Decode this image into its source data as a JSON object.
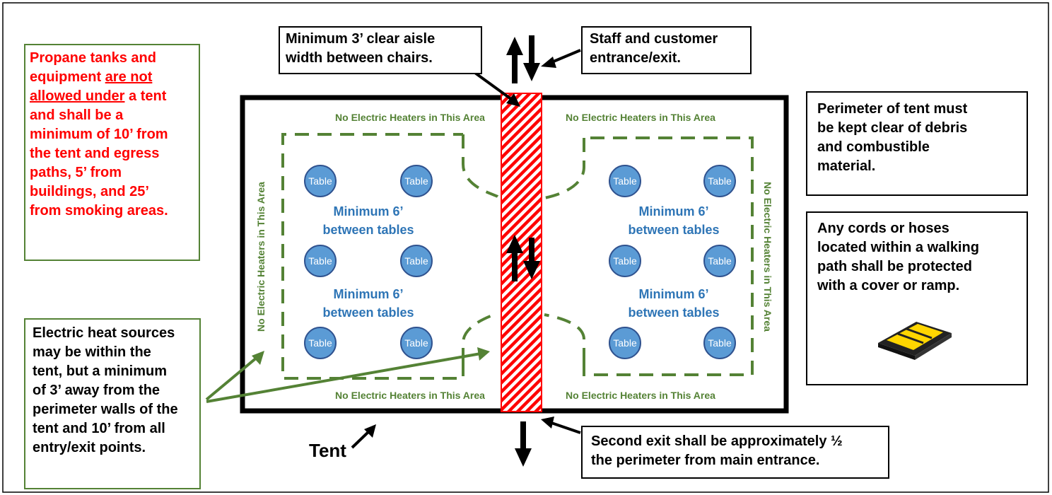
{
  "colors": {
    "red": "#ff0000",
    "green": "#548235",
    "blue_text": "#2e75b6",
    "table_fill": "#5b9bd5",
    "table_stroke": "#2f528f",
    "aisle": "#ff0000",
    "ramp_yellow": "#ffd600",
    "black": "#000000"
  },
  "propane": {
    "line1": "Propane tanks and",
    "line2_pre": "equipment ",
    "line2_ul": "are not",
    "line3_ul": "allowed under",
    "line3_post": " a tent",
    "line4": "and shall be a",
    "line5": "minimum of 10’ from",
    "line6": "the tent and egress",
    "line7": "paths, 5’ from",
    "line8": "buildings, and 25’",
    "line9": "from smoking areas."
  },
  "aisle_note": {
    "line1": "Minimum 3’ clear aisle",
    "line2": "width between chairs."
  },
  "entrance_note": {
    "line1": "Staff and customer",
    "line2": "entrance/exit."
  },
  "perimeter_note": {
    "line1": "Perimeter of tent must",
    "line2": "be kept clear of debris",
    "line3": "and combustible",
    "line4": "material."
  },
  "cords_note": {
    "line1": "Any cords or hoses",
    "line2": "located within a walking",
    "line3": "path shall be protected",
    "line4": "with a cover or ramp."
  },
  "electric_note": {
    "line1": "Electric heat sources",
    "line2": "may be within the",
    "line3": "tent, but a minimum",
    "line4": "of 3’ away from the",
    "line5": "perimeter walls of the",
    "line6": "tent and 10’ from all",
    "line7": "entry/exit points."
  },
  "second_exit_note": {
    "line1": "Second exit shall be approximately ½",
    "line2": "the perimeter from main entrance."
  },
  "tent_label": "Tent",
  "no_heater_label": "No Electric Heaters in This Area",
  "table_label": "Table",
  "spacing_label": {
    "line1": "Minimum 6’",
    "line2": "between tables"
  },
  "icons": {
    "ramp": "cable-protector-ramp-icon"
  }
}
